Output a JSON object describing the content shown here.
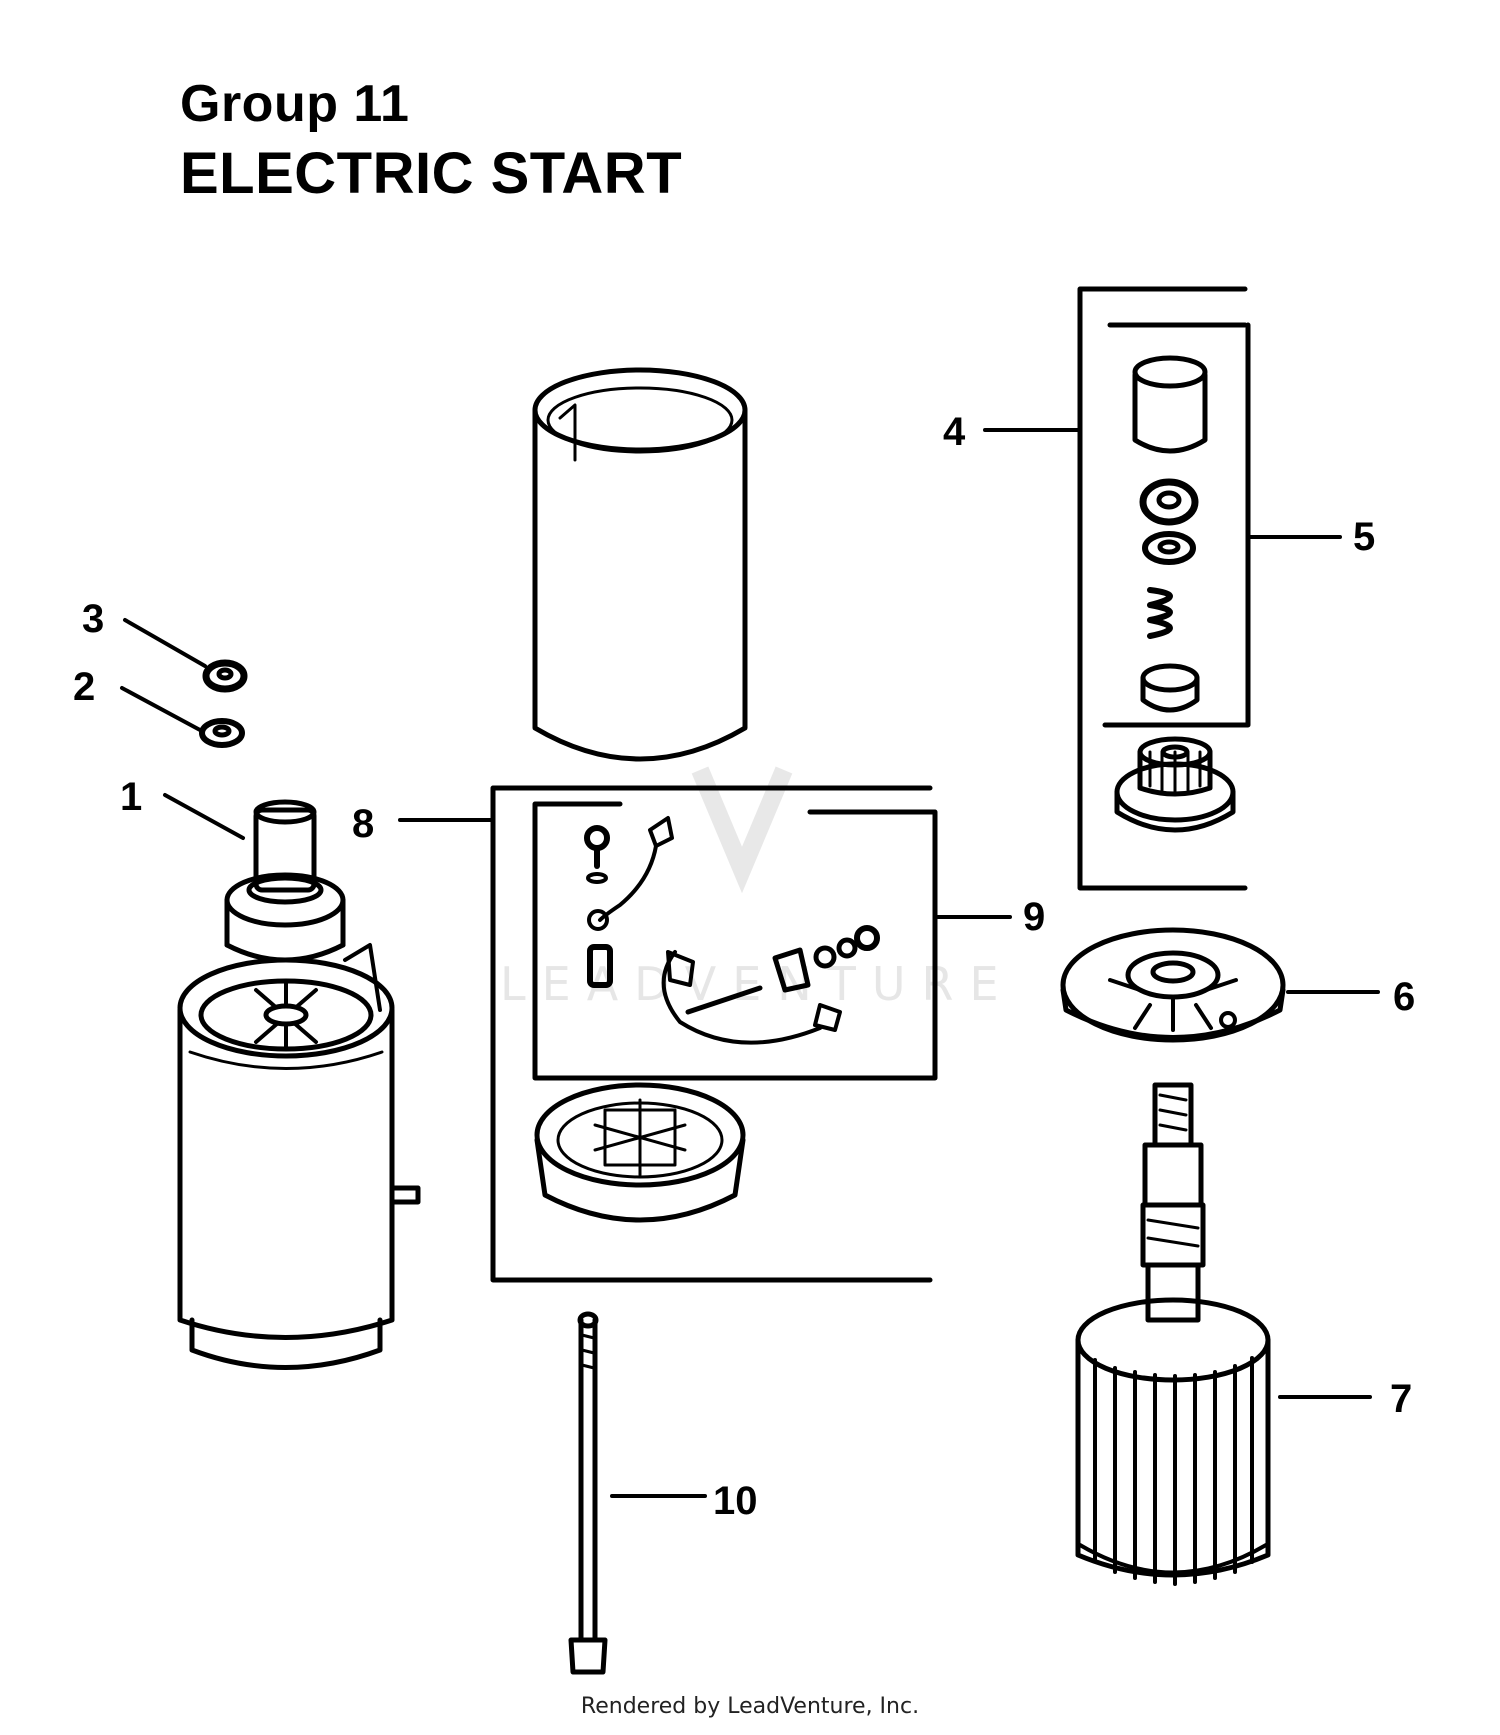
{
  "header": {
    "group_label": "Group 11",
    "section_title": "ELECTRIC START"
  },
  "callouts": {
    "c1": "1",
    "c2": "2",
    "c3": "3",
    "c4": "4",
    "c5": "5",
    "c6": "6",
    "c7": "7",
    "c8": "8",
    "c9": "9",
    "c10": "10"
  },
  "watermark": {
    "text": "LEADVENTURE"
  },
  "footer": {
    "credit": "Rendered by LeadVenture, Inc."
  }
}
